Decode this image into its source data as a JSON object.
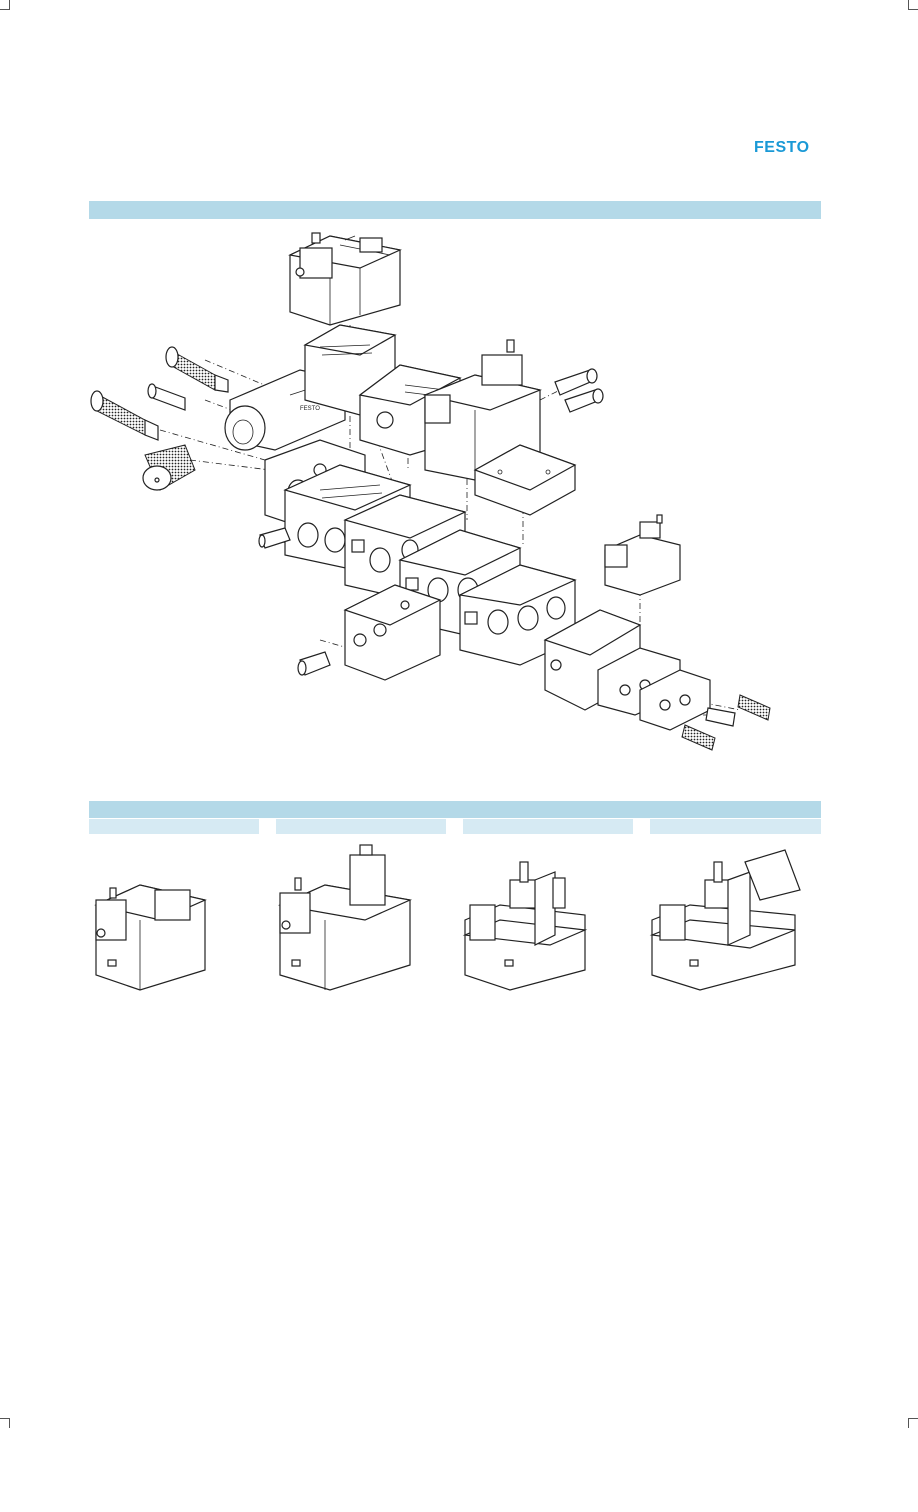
{
  "brand": {
    "logo_text": "FESTO",
    "color": "#1a99d6"
  },
  "colors": {
    "band": "#b4d9e8",
    "subband": "#d6eaf3",
    "line": "#222222"
  },
  "illustrations": {
    "exploded_view": "valve-terminal-exploded-assembly",
    "variants": [
      "valve-variant-1",
      "valve-variant-2",
      "valve-variant-3",
      "valve-variant-4"
    ]
  }
}
